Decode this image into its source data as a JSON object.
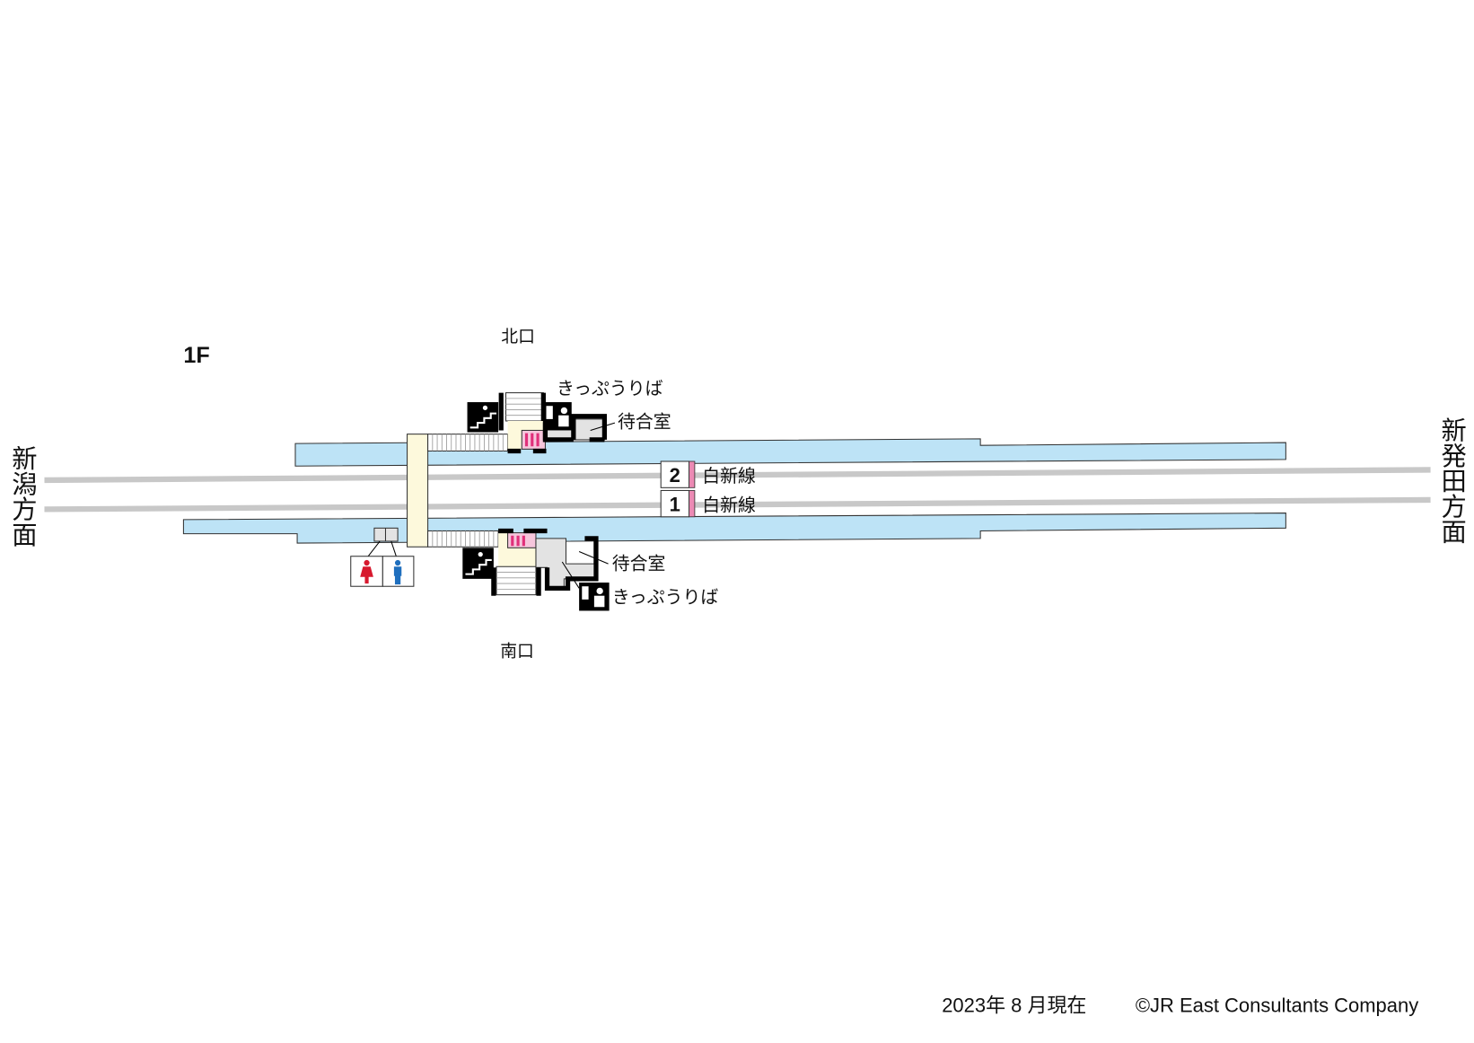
{
  "floor": "1F",
  "exits": {
    "north": "北口",
    "south": "南口"
  },
  "directions": {
    "left": "新潟方面",
    "right": "新発田方面"
  },
  "tracks": [
    {
      "number": "2",
      "line": "白新線"
    },
    {
      "number": "1",
      "line": "白新線"
    }
  ],
  "facilities": {
    "north_ticket": "きっぷうりば",
    "north_waiting": "待合室",
    "south_ticket": "きっぷうりば",
    "south_waiting": "待合室"
  },
  "footer": {
    "date": "2023年 8 月現在",
    "copyright": "©JR East Consultants Company"
  },
  "colors": {
    "platform": "#bde3f6",
    "concourse": "#fdf9dc",
    "gate": "#e0307a",
    "track": "#c8c8c8",
    "room": "#e3e3e3",
    "female": "#d7192e",
    "male": "#1f6fbe"
  }
}
